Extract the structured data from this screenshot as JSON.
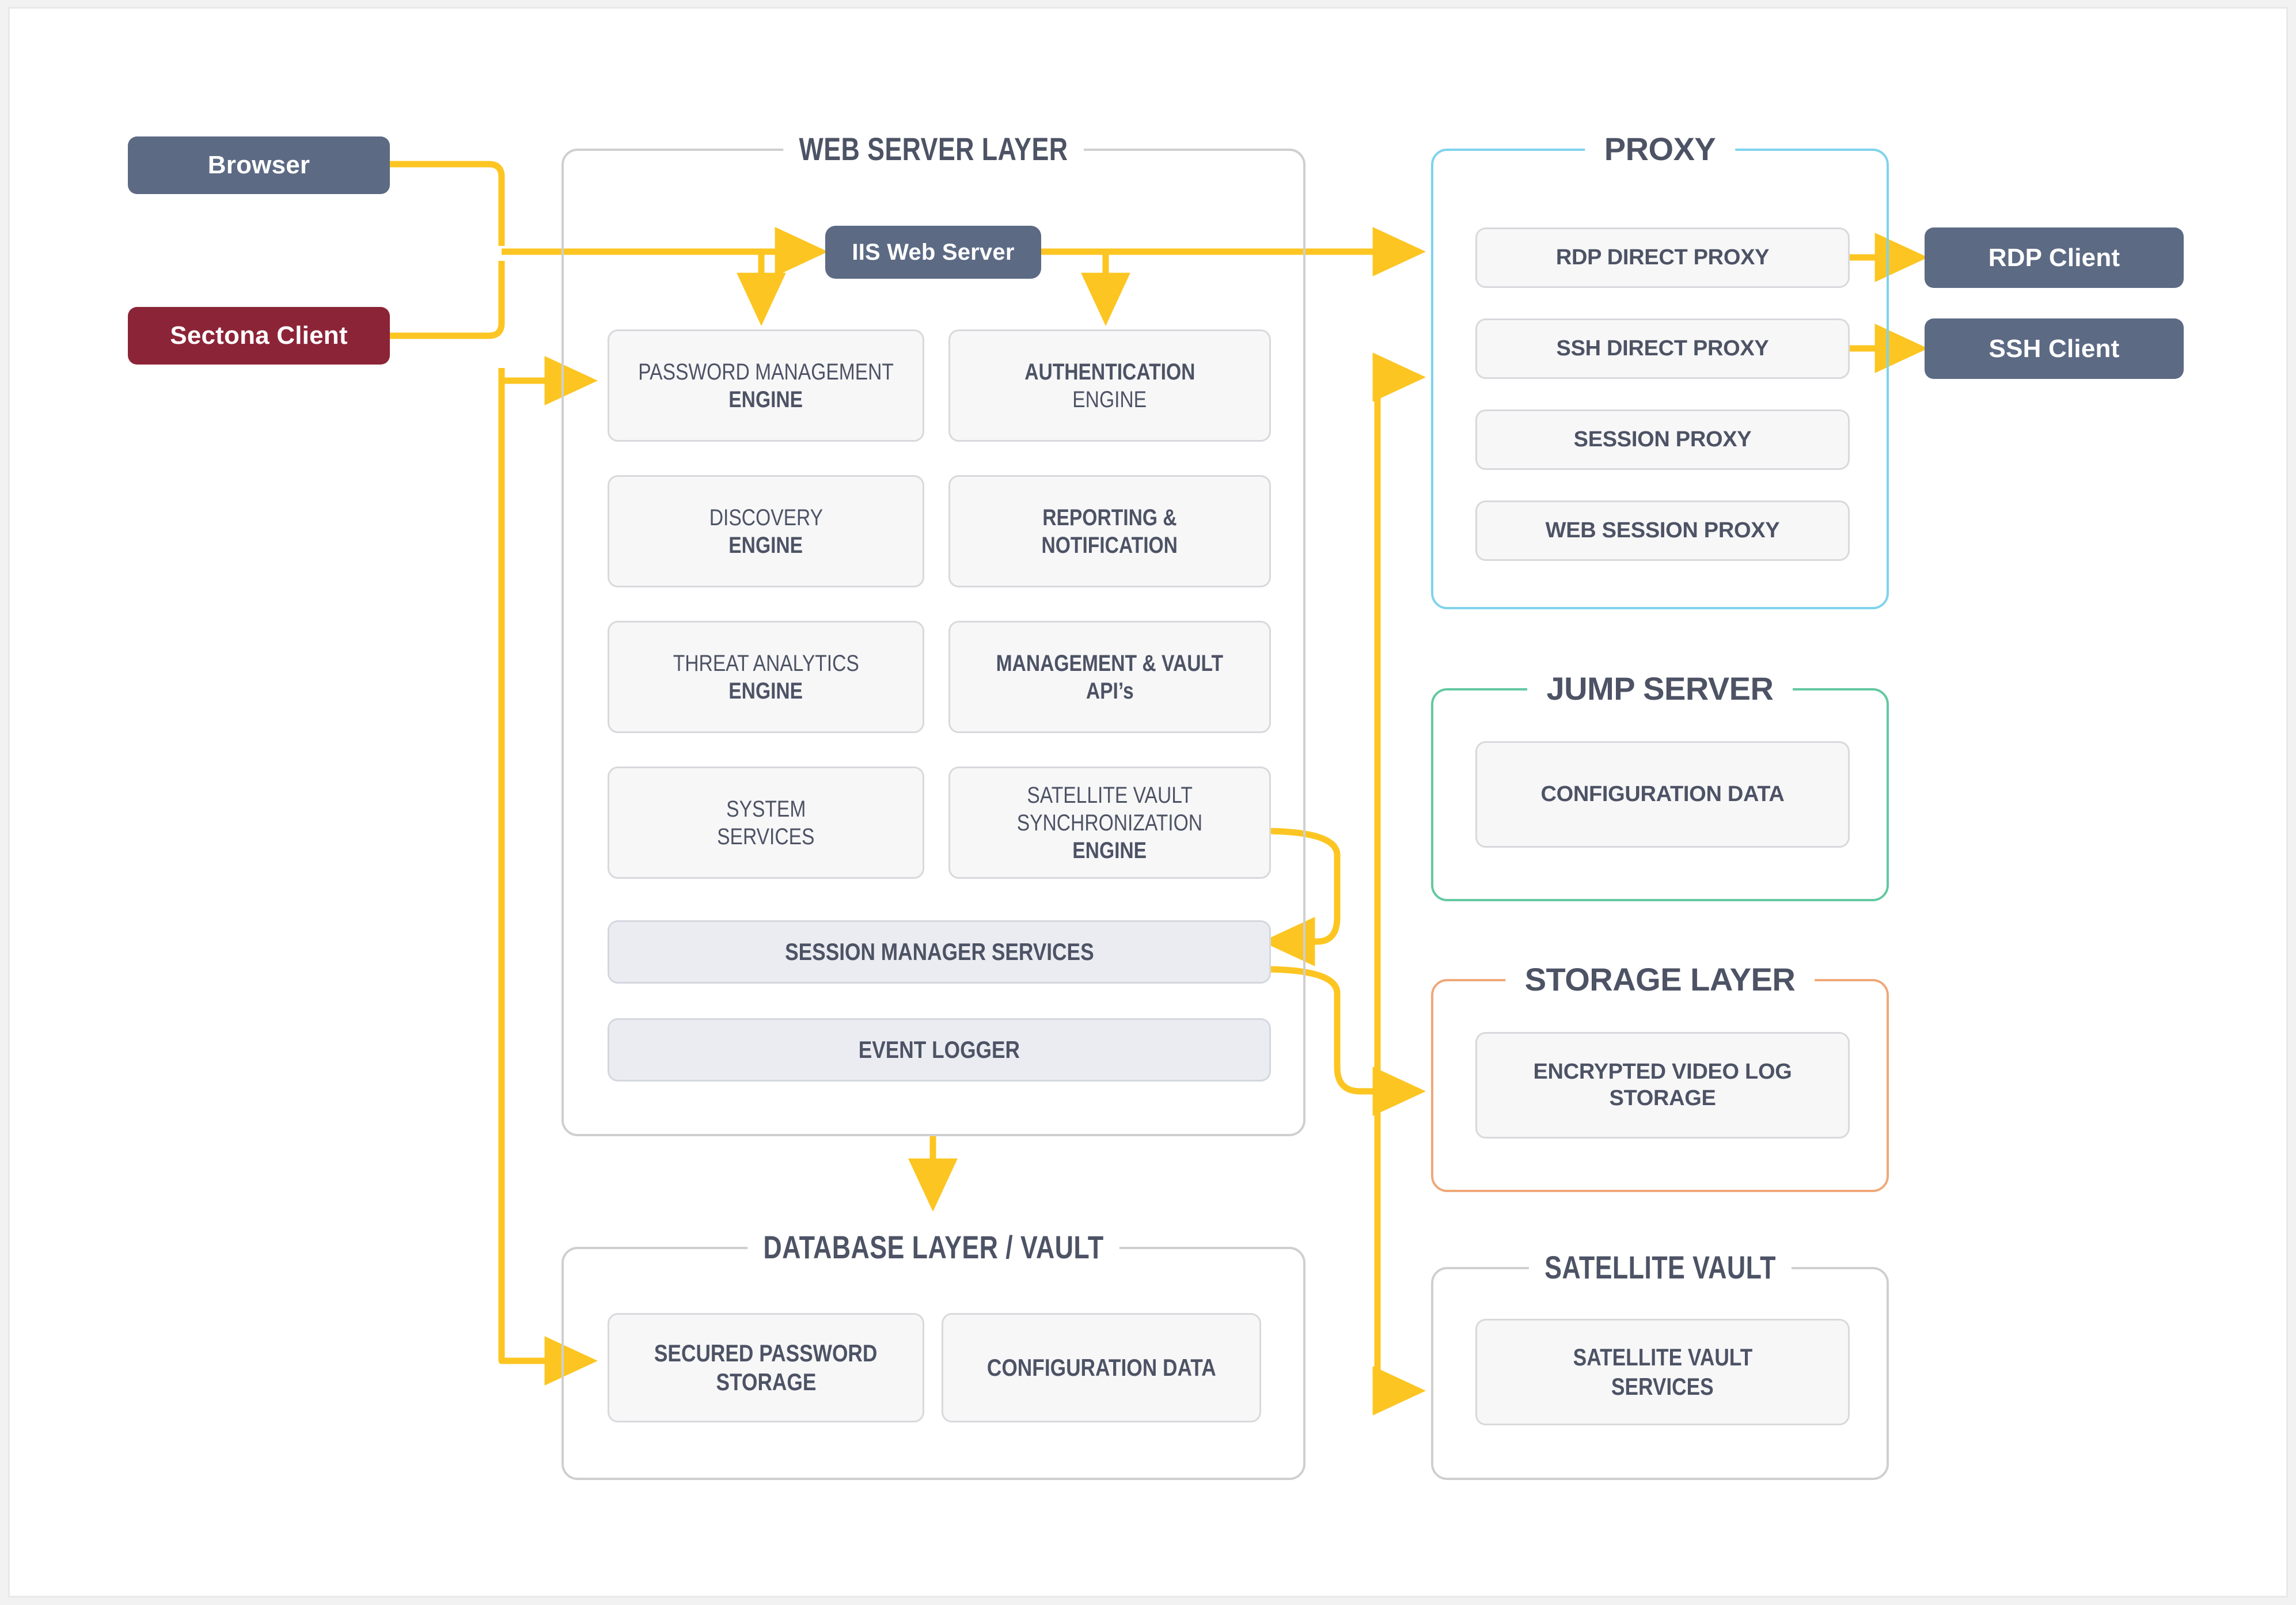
{
  "colors": {
    "wire": "#fcc521",
    "slate": "#5c6a84",
    "maroon": "#8c2438",
    "panel_grey": "#cfcfcf",
    "panel_blue": "#7fd3ec",
    "panel_green": "#62c9a0",
    "panel_orange": "#f0a878",
    "text": "#4d5365",
    "card_fill": "#f7f7f8",
    "card_tint": "#eaecf1"
  },
  "clients": {
    "browser": "Browser",
    "sectona_client": "Sectona Client"
  },
  "web_server_layer": {
    "title": "WEB SERVER LAYER",
    "iis": "IIS Web Server",
    "engines": [
      {
        "light": "PASSWORD MANAGEMENT",
        "light2": "",
        "bold": "ENGINE",
        "order": "light-first"
      },
      {
        "bold": "AUTHENTICATION",
        "light": "ENGINE",
        "order": "bold-first"
      },
      {
        "light": "DISCOVERY",
        "bold": "ENGINE",
        "order": "light-first"
      },
      {
        "bold": "REPORTING &",
        "bold2": "NOTIFICATION",
        "order": "all-bold"
      },
      {
        "light": "THREAT ANALYTICS",
        "bold": "ENGINE",
        "order": "light-first"
      },
      {
        "bold": "MANAGEMENT & VAULT",
        "bold2": "API’s",
        "order": "all-bold"
      },
      {
        "light": "SYSTEM",
        "light2": "SERVICES",
        "order": "all-light"
      },
      {
        "light": "SATELLITE VAULT",
        "light2": "SYNCHRONIZATION",
        "bold": "ENGINE",
        "order": "light-first"
      }
    ],
    "bars": [
      "SESSION MANAGER SERVICES",
      "EVENT LOGGER"
    ]
  },
  "proxy": {
    "title": "PROXY",
    "items": [
      "RDP DIRECT PROXY",
      "SSH DIRECT PROXY",
      "SESSION PROXY",
      "WEB SESSION PROXY"
    ]
  },
  "endpoints": {
    "rdp_client": "RDP Client",
    "ssh_client": "SSH Client"
  },
  "jump_server": {
    "title": "JUMP SERVER",
    "item": "CONFIGURATION DATA"
  },
  "storage_layer": {
    "title": "STORAGE LAYER",
    "item_line1": "ENCRYPTED VIDEO LOG",
    "item_line2": "STORAGE"
  },
  "satellite_vault": {
    "title": "SATELLITE VAULT",
    "item_line1": "SATELLITE VAULT",
    "item_line2": "SERVICES"
  },
  "database_layer": {
    "title": "DATABASE LAYER / VAULT",
    "secured_line1": "SECURED PASSWORD",
    "secured_line2": "STORAGE",
    "config": "CONFIGURATION DATA"
  }
}
